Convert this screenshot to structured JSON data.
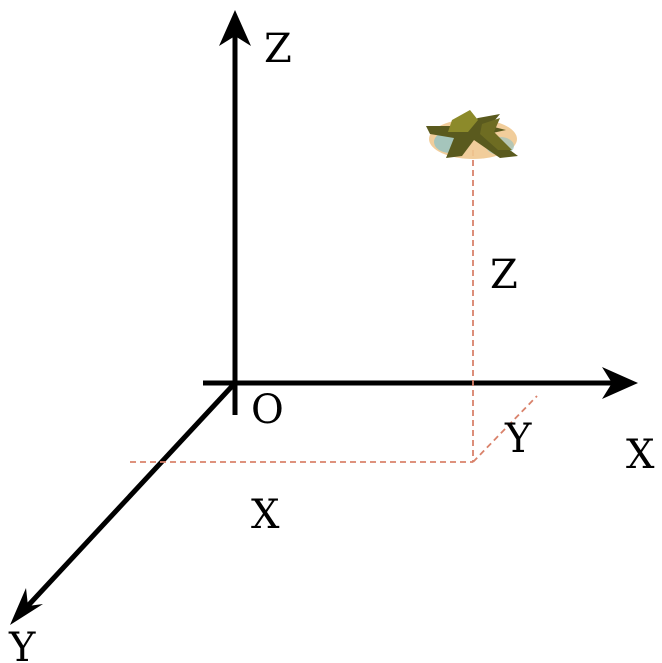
{
  "labels": {
    "z_axis": "Z",
    "x_axis": "X",
    "y_axis": "Y",
    "origin": "O",
    "z_projection": "Z",
    "x_projection": "X",
    "y_projection": "Y"
  },
  "colors": {
    "axis": "#000000",
    "projection_lines": "#d9826b",
    "aircraft_body": "#5a5a1e",
    "aircraft_highlight": "#8c8a2a",
    "aircraft_shadow_warm": "#f0c890",
    "aircraft_shadow_cool": "#9cc4c0"
  },
  "icons": {
    "aircraft": "fighter-jet-icon"
  }
}
